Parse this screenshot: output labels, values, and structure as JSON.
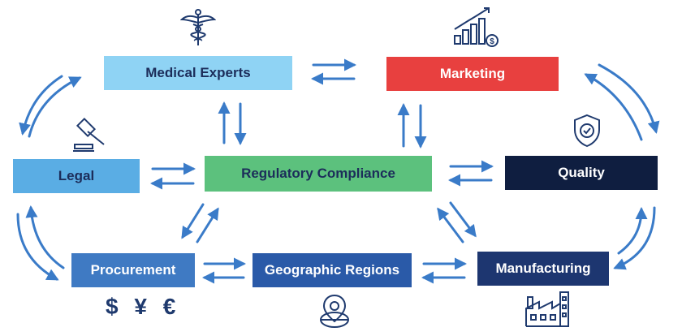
{
  "colors": {
    "arrow": "#3a7bc8",
    "icon": "#1f3a6e",
    "medical": "#8fd3f4",
    "marketing": "#e8403f",
    "legal": "#5aade4",
    "regulatory": "#5cc17d",
    "quality": "#0f1e40",
    "procurement": "#3f7ac3",
    "geographic": "#2a5aa8",
    "manufacturing": "#1d3670",
    "dark_text": "#1c2d5a",
    "light_text": "#ffffff"
  },
  "nodes": {
    "medical_experts": "Medical Experts",
    "marketing": "Marketing",
    "legal": "Legal",
    "regulatory_compliance": "Regulatory Compliance",
    "quality": "Quality",
    "procurement": "Procurement",
    "geographic_regions": "Geographic Regions",
    "manufacturing": "Manufacturing"
  },
  "currency_symbols": "$ ¥ €",
  "icons": {
    "medical_experts": "caduceus-icon",
    "marketing": "growth-chart-dollar-icon",
    "legal": "gavel-icon",
    "quality": "shield-check-icon",
    "procurement": "currency-symbols",
    "geographic_regions": "location-pin-globe-icon",
    "manufacturing": "factory-icon"
  }
}
